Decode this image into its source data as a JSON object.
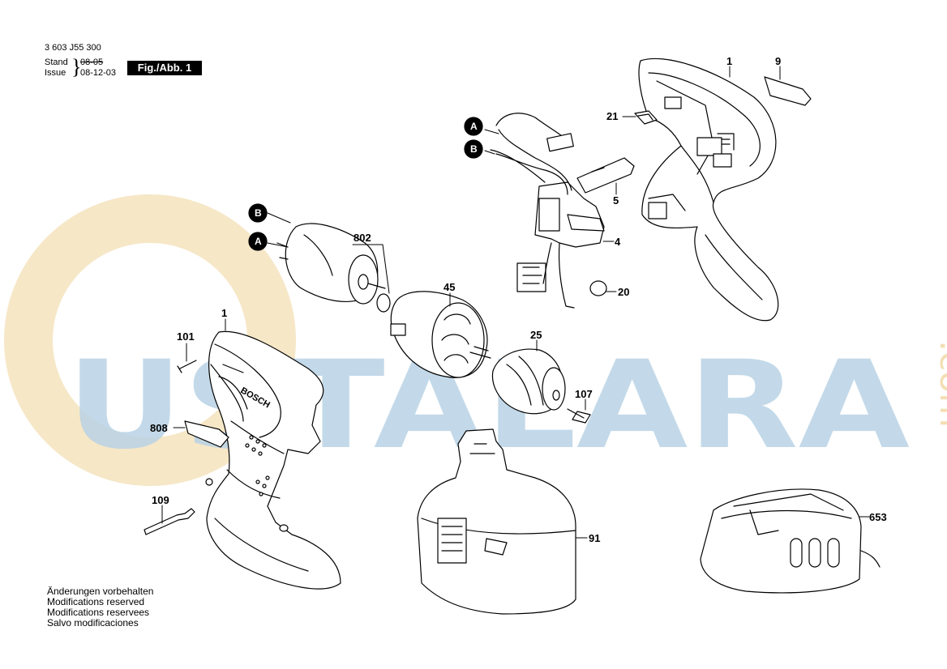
{
  "header": {
    "doc_number": "3 603 J55 300",
    "stand_label": "Stand",
    "issue_label": "Issue",
    "old_date": "08-05",
    "new_date": "08-12-03",
    "figure_label": "Fig./Abb. 1"
  },
  "footer": {
    "lines": [
      "Änderungen vorbehalten",
      "Modifications reserved",
      "Modifications reservees",
      "Salvo modificaciones"
    ]
  },
  "watermark": {
    "text": "USTALARA",
    "suffix": ".com"
  },
  "connectors": {
    "a": "A",
    "b": "B"
  },
  "parts": {
    "p1_top": "1",
    "p9": "9",
    "p21": "21",
    "p5": "5",
    "p4": "4",
    "p20": "20",
    "p802": "802",
    "p45": "45",
    "p25": "25",
    "p107": "107",
    "p1_housing": "1",
    "p101": "101",
    "p808": "808",
    "p109": "109",
    "p91": "91",
    "p653": "653"
  },
  "brand_on_housing": "BOSCH",
  "colors": {
    "line": "#000000",
    "watermark_blue": "#b9d3e6",
    "watermark_yellow": "#f3dfb4"
  }
}
